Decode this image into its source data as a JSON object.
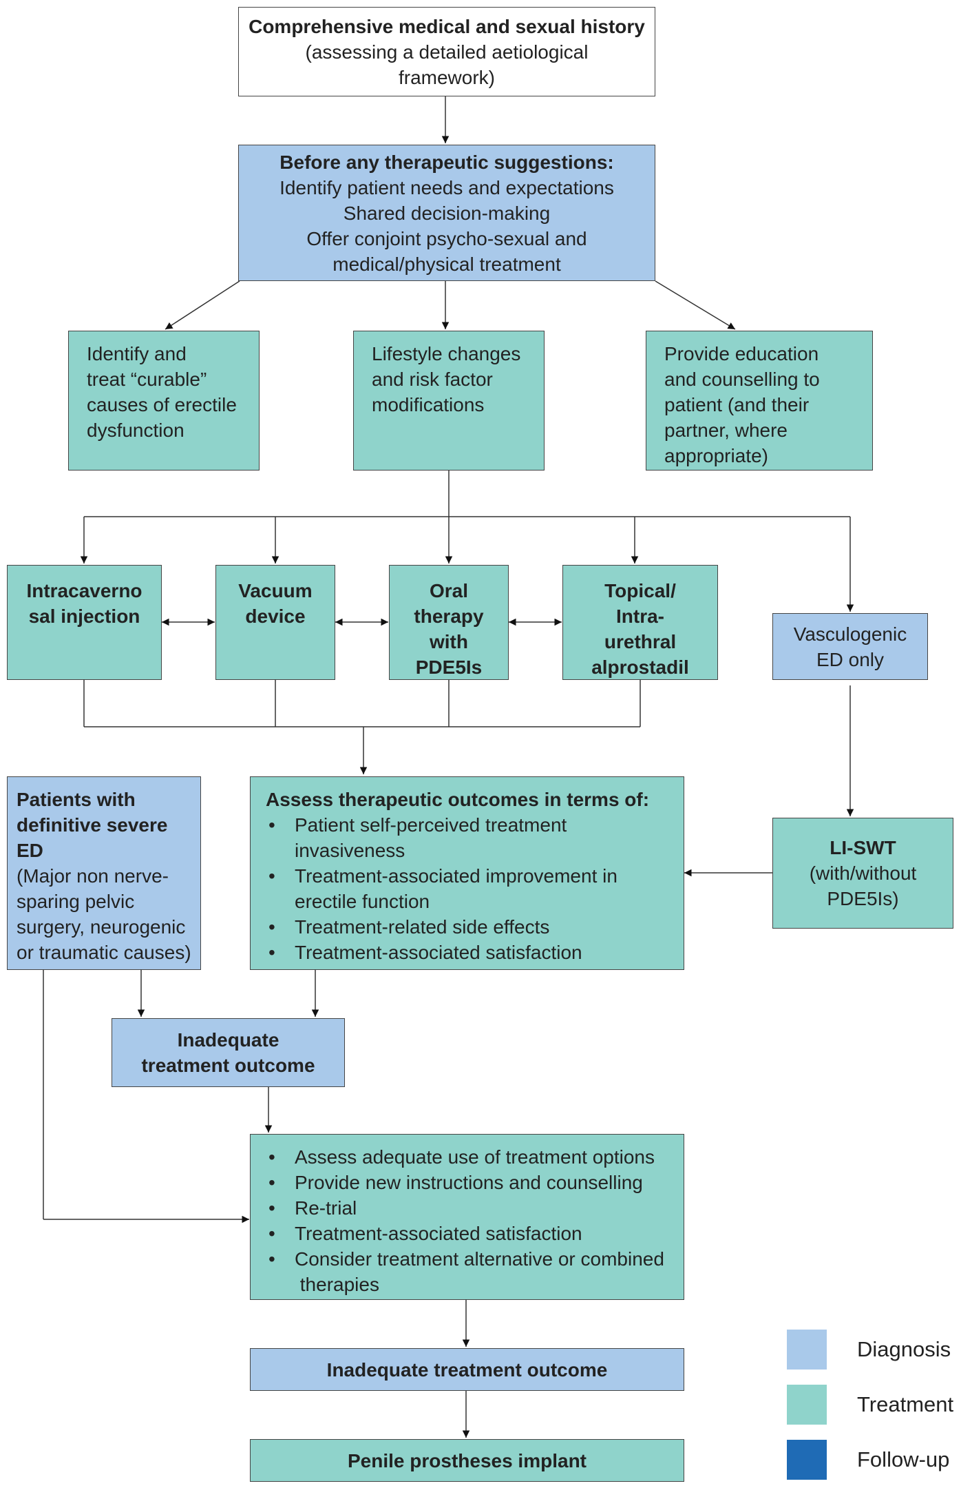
{
  "colors": {
    "diagnosis": "#a9c9ea",
    "treatment": "#8fd3cb",
    "followup": "#1f6bb5"
  },
  "history": {
    "title": "Comprehensive medical and sexual history",
    "line2": "(assessing a detailed aetiological",
    "line3": "framework)"
  },
  "before": {
    "title": "Before any therapeutic suggestions:",
    "lines": [
      "Identify patient needs and expectations",
      "Shared decision-making",
      "Offer conjoint psycho-sexual and",
      "medical/physical treatment"
    ]
  },
  "curable": {
    "lines": [
      "Identify and",
      "treat “curable”",
      "causes of erectile",
      "dysfunction"
    ]
  },
  "lifestyle": {
    "lines": [
      "Lifestyle changes",
      "and risk factor",
      "modifications"
    ]
  },
  "education": {
    "lines": [
      "Provide education",
      "and counselling to",
      "patient (and their",
      "partner, where",
      "appropriate)"
    ]
  },
  "therapies": {
    "intracavernosal": [
      "Intracaverno",
      "sal injection"
    ],
    "vacuum": [
      "Vacuum",
      "device"
    ],
    "oral": [
      "Oral",
      "therapy",
      "with",
      "PDE5Is"
    ],
    "topical": [
      "Topical/",
      "Intra-",
      "urethral",
      "alprostadil"
    ]
  },
  "vasculogenic": {
    "lines": [
      "Vasculogenic",
      "ED only"
    ]
  },
  "liswt": {
    "title": "LI-SWT",
    "lines": [
      "(with/without",
      "PDE5Is)"
    ]
  },
  "severe": {
    "title_lines": [
      "Patients with",
      "definitive severe ED"
    ],
    "lines": [
      "(Major non nerve-",
      "sparing pelvic",
      "surgery, neurogenic",
      "or traumatic causes)"
    ]
  },
  "assess": {
    "title": "Assess therapeutic outcomes in terms of:",
    "items": [
      [
        "Patient self-perceived treatment",
        "invasiveness"
      ],
      [
        "Treatment-associated improvement in",
        "erectile function"
      ],
      [
        "Treatment-related side effects"
      ],
      [
        "Treatment-associated satisfaction"
      ]
    ]
  },
  "inadequate1": {
    "lines": [
      "Inadequate",
      "treatment outcome"
    ]
  },
  "reassess": {
    "items": [
      [
        "Assess adequate use of treatment options"
      ],
      [
        "Provide new instructions and counselling"
      ],
      [
        "Re-trial"
      ],
      [
        "Treatment-associated satisfaction"
      ],
      [
        "Consider treatment alternative or combined",
        " therapies"
      ]
    ]
  },
  "inadequate2": {
    "title": "Inadequate treatment outcome"
  },
  "prosthesis": {
    "title": "Penile prostheses implant"
  },
  "legend": {
    "diagnosis": "Diagnosis",
    "treatment": "Treatment",
    "followup": "Follow-up"
  }
}
